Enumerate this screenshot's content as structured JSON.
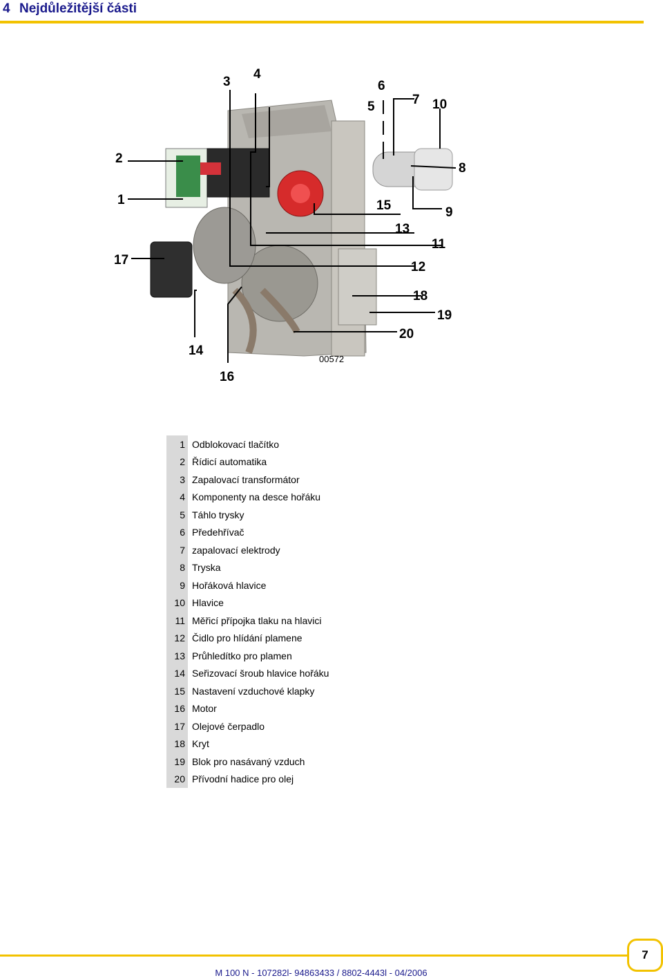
{
  "header": {
    "section_number": "4",
    "title": "Nejdůležitější části"
  },
  "figure": {
    "image_code": "00572",
    "callouts": [
      "1",
      "2",
      "3",
      "4",
      "5",
      "6",
      "7",
      "8",
      "9",
      "10",
      "11",
      "12",
      "13",
      "14",
      "15",
      "16",
      "17",
      "18",
      "19",
      "20"
    ]
  },
  "legend": [
    {
      "num": "1",
      "text": "Odblokovací tlačítko"
    },
    {
      "num": "2",
      "text": "Řídicí automatika"
    },
    {
      "num": "3",
      "text": "Zapalovací transformátor"
    },
    {
      "num": "4",
      "text": "Komponenty na desce hořáku"
    },
    {
      "num": "5",
      "text": "Táhlo trysky"
    },
    {
      "num": "6",
      "text": "Předehřívač"
    },
    {
      "num": "7",
      "text": "zapalovací elektrody"
    },
    {
      "num": "8",
      "text": "Tryska"
    },
    {
      "num": "9",
      "text": "Hořáková hlavice"
    },
    {
      "num": "10",
      "text": "Hlavice"
    },
    {
      "num": "11",
      "text": "Měřicí přípojka tlaku na hlavici"
    },
    {
      "num": "12",
      "text": "Čidlo pro hlídání plamene"
    },
    {
      "num": "13",
      "text": "Průhledítko pro plamen"
    },
    {
      "num": "14",
      "text": "Seřizovací šroub hlavice hořáku"
    },
    {
      "num": "15",
      "text": "Nastavení vzduchové klapky"
    },
    {
      "num": "16",
      "text": "Motor"
    },
    {
      "num": "17",
      "text": "Olejové čerpadlo"
    },
    {
      "num": "18",
      "text": "Kryt"
    },
    {
      "num": "19",
      "text": "Blok pro nasávaný vzduch"
    },
    {
      "num": "20",
      "text": "Přívodní hadice pro olej"
    }
  ],
  "footer": {
    "page_number": "7",
    "doc_ref": "M 100 N - 107282l- 94863433 / 8802-4443l - 04/2006"
  },
  "colors": {
    "accent": "#f2c200",
    "heading": "#1a1a8c",
    "legend_num_bg": "#d9d9d9"
  }
}
